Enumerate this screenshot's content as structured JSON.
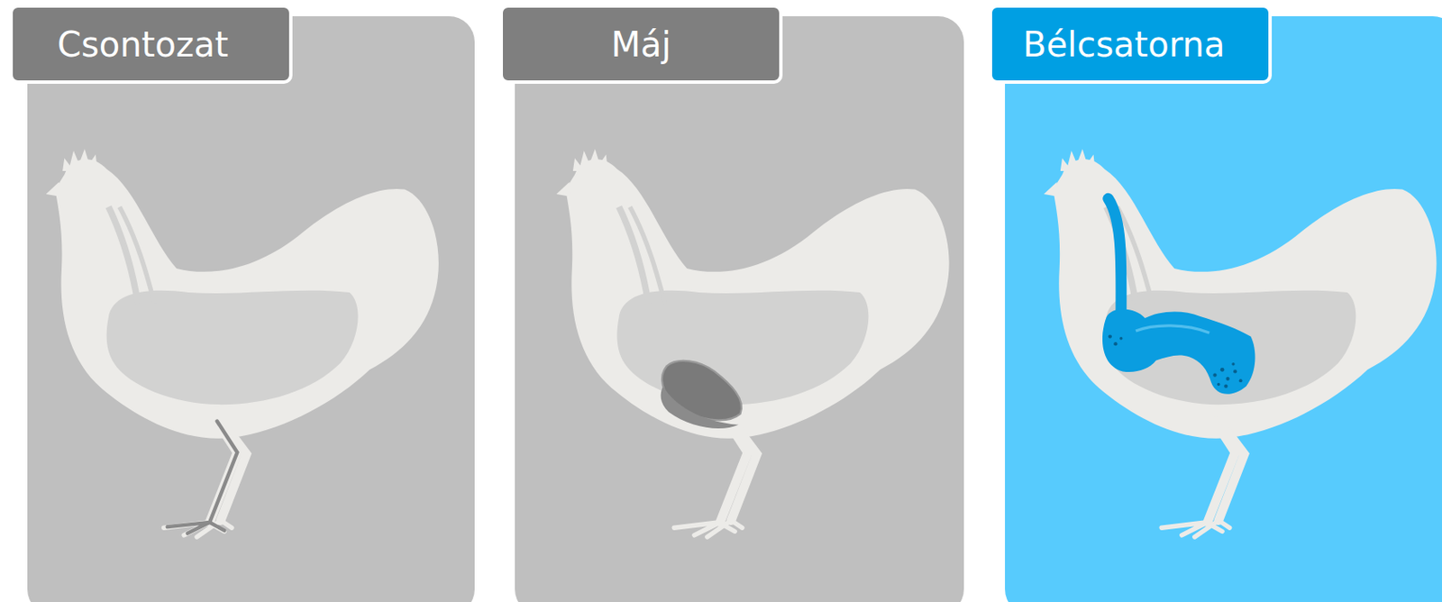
{
  "diagram": {
    "nodes": [
      {
        "text": [
          "Csontozat"
        ]
      },
      {
        "text": [
          "Máj"
        ]
      },
      {
        "text": [
          "Bélcsatorna"
        ]
      }
    ]
  }
}
